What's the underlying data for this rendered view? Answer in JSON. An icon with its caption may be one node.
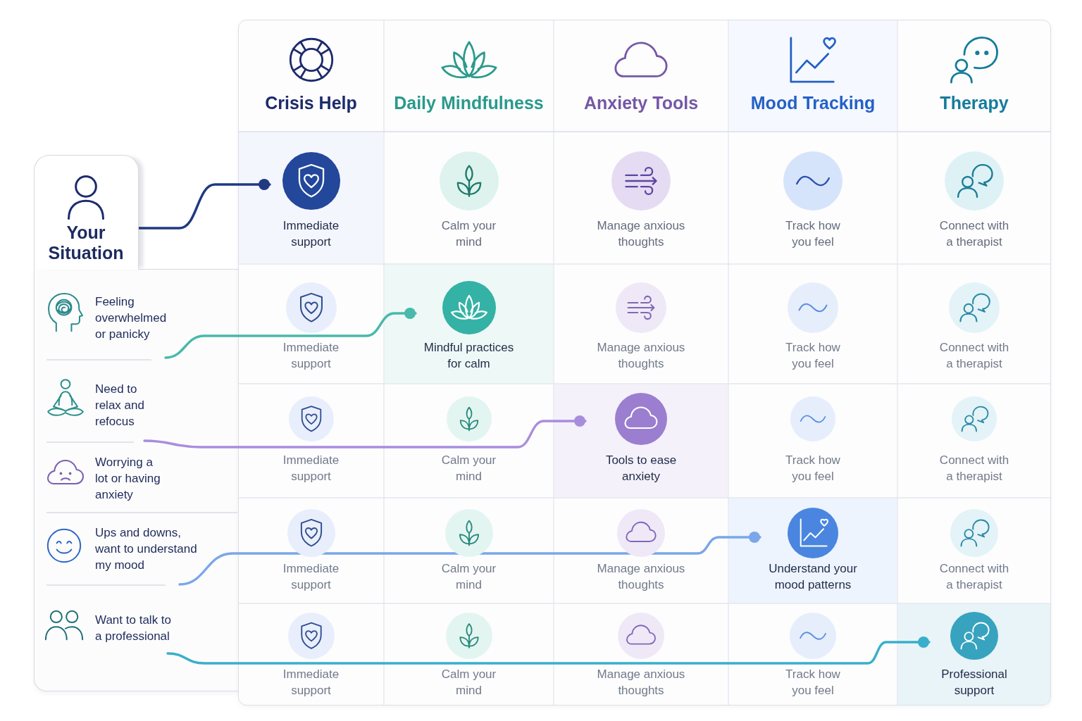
{
  "diagram": {
    "nodes": [
      {
        "text": [
          "Your Situation"
        ]
      },
      {
        "text": [
          "Feeling overwhelmed or panicky"
        ]
      },
      {
        "text": [
          "Need to relax and refocus"
        ]
      },
      {
        "text": [
          "Worrying a lot or having anxiety"
        ]
      },
      {
        "text": [
          "Ups and downs, want to understand my mood"
        ]
      },
      {
        "text": [
          "Want to talk to a professional"
        ]
      },
      {
        "text": [
          "Crisis Help"
        ]
      },
      {
        "text": [
          "Daily Mindfulness"
        ]
      },
      {
        "text": [
          "Anxiety Tools"
        ]
      },
      {
        "text": [
          "Mood Tracking"
        ]
      },
      {
        "text": [
          "Therapy"
        ]
      },
      {
        "text": [
          "Immediate support"
        ]
      },
      {
        "text": [
          "Calm your mind"
        ]
      },
      {
        "text": [
          "Manage anxious thoughts"
        ]
      },
      {
        "text": [
          "Track how you feel"
        ]
      },
      {
        "text": [
          "Connect with a therapist"
        ]
      },
      {
        "text": [
          "Immediate support"
        ]
      },
      {
        "text": [
          "Mindful practices for calm"
        ]
      },
      {
        "text": [
          "Manage anxious thoughts"
        ]
      },
      {
        "text": [
          "Track how you feel"
        ]
      },
      {
        "text": [
          "Connect with a therapist"
        ]
      },
      {
        "text": [
          "Immediate support"
        ]
      },
      {
        "text": [
          "Calm your mind"
        ]
      },
      {
        "text": [
          "Tools to ease anxiety"
        ]
      },
      {
        "text": [
          "Track how you feel"
        ]
      },
      {
        "text": [
          "Connect with a therapist"
        ]
      },
      {
        "text": [
          "Immediate support"
        ]
      },
      {
        "text": [
          "Calm your mind"
        ]
      },
      {
        "text": [
          "Manage anxious thoughts"
        ]
      },
      {
        "text": [
          "Understand your mood patterns"
        ]
      },
      {
        "text": [
          "Connect with a therapist"
        ]
      },
      {
        "text": [
          "Immediate support"
        ]
      },
      {
        "text": [
          "Calm your mind"
        ]
      },
      {
        "text": [
          "Manage anxious thoughts"
        ]
      },
      {
        "text": [
          "Track how you feel"
        ]
      },
      {
        "text": [
          "Professional support"
        ]
      }
    ],
    "edges": [
      {
        "from": 0,
        "to": 11,
        "arrow": "other",
        "color": "#1f3a82"
      },
      {
        "from": 1,
        "to": 17,
        "arrow": "other",
        "color": "#48b9ab"
      },
      {
        "from": 2,
        "to": 23,
        "arrow": "other",
        "color": "#a98ddd"
      },
      {
        "from": 4,
        "to": 29,
        "arrow": "other",
        "color": "#7aa6ea"
      },
      {
        "from": 5,
        "to": 35,
        "arrow": "other",
        "color": "#3aaecb"
      }
    ]
  }
}
